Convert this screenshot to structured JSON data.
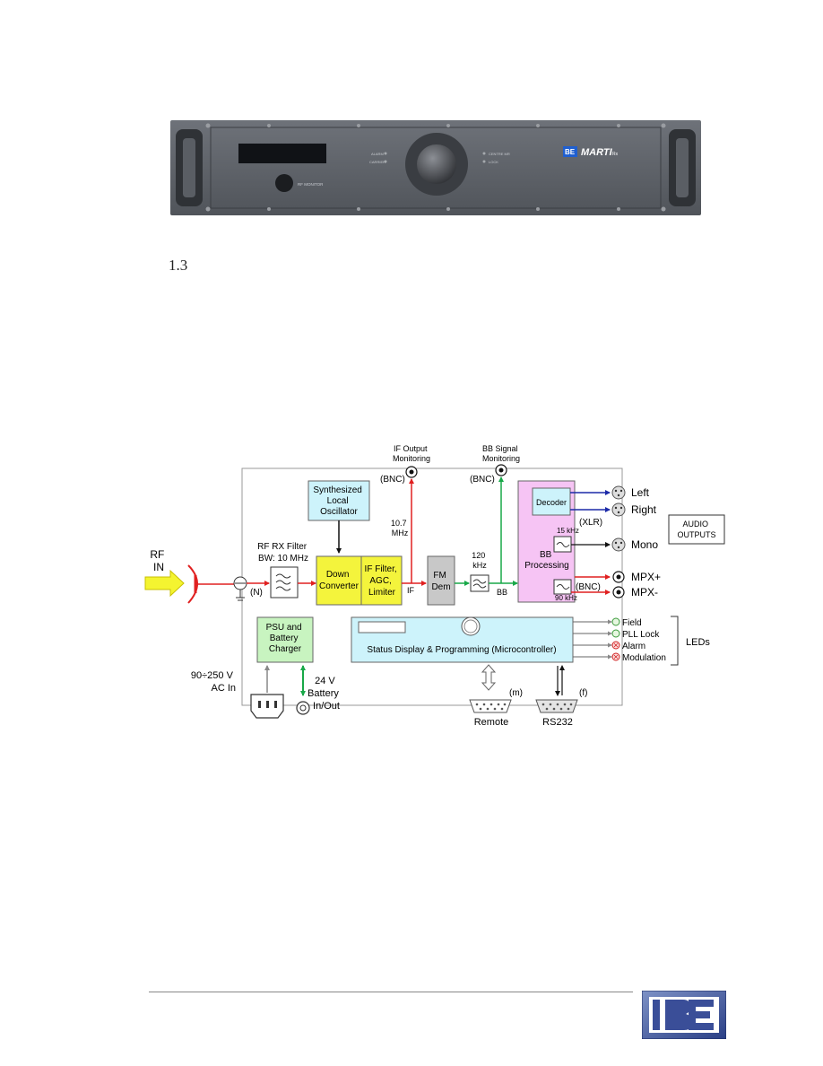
{
  "section_number": "1.3",
  "panel": {
    "brand": "BE",
    "model": "MARTI",
    "model_suffix": "Rx",
    "led_alarm": "ALARM",
    "led_carrier": "CARRIER",
    "led_field": "CENTRE MR",
    "led_lock": "LOCK",
    "button_label": "RF MONITOR"
  },
  "diagram": {
    "rf_in": [
      "RF",
      "IN"
    ],
    "rf_filter": [
      "RF RX Filter",
      "BW: 10 MHz"
    ],
    "n_connector": "(N)",
    "synth": [
      "Synthesized",
      "Local",
      "Oscillator"
    ],
    "down_converter": [
      "Down",
      "Converter"
    ],
    "if_filter": [
      "IF Filter,",
      "AGC,",
      "Limiter"
    ],
    "if_label": "IF",
    "if_freq": [
      "10.7",
      "MHz"
    ],
    "if_monitor": [
      "IF  Output",
      "Monitoring"
    ],
    "bnc1": "(BNC)",
    "fm_dem": [
      "FM",
      "Dem"
    ],
    "lpf_freq": [
      "120",
      "kHz"
    ],
    "bb_label": "BB",
    "bb_monitor": [
      "BB Signal",
      "Monitoring"
    ],
    "bnc2": "(BNC)",
    "decoder": "Decoder",
    "bb_processing": [
      "BB",
      "Processing"
    ],
    "f15": "15 kHz",
    "f90": "90 kHz",
    "bnc3": "(BNC)",
    "xlr": "(XLR)",
    "out_left": "Left",
    "out_right": "Right",
    "out_mono": "Mono",
    "out_mpx_plus": "MPX+",
    "out_mpx_minus": "MPX-",
    "audio_outputs": [
      "AUDIO",
      "OUTPUTS"
    ],
    "psu": [
      "PSU and",
      "Battery",
      "Charger"
    ],
    "status": "Status Display & Programming (Microcontroller)",
    "led_field": "Field",
    "led_pll": "PLL Lock",
    "led_alarm": "Alarm",
    "led_mod": "Modulation",
    "leds": "LEDs",
    "battery": [
      "24 V",
      "Battery",
      "In/Out"
    ],
    "ac_in": [
      "90÷250 V",
      "AC In"
    ],
    "remote": "Remote",
    "remote_gender": "(m)",
    "rs232": "RS232",
    "rs232_gender": "(f)"
  },
  "colors": {
    "rf_red": "#e02020",
    "if_green": "#18a848",
    "audio_blue": "#1c2aa8",
    "synth_fill": "#cdf3fb",
    "converter_fill": "#f4f43c",
    "bb_fill": "#f6c4f4",
    "psu_fill": "#c8f4c0",
    "status_fill": "#cdf3fb",
    "rf_arrow_fill": "#f4f430"
  }
}
